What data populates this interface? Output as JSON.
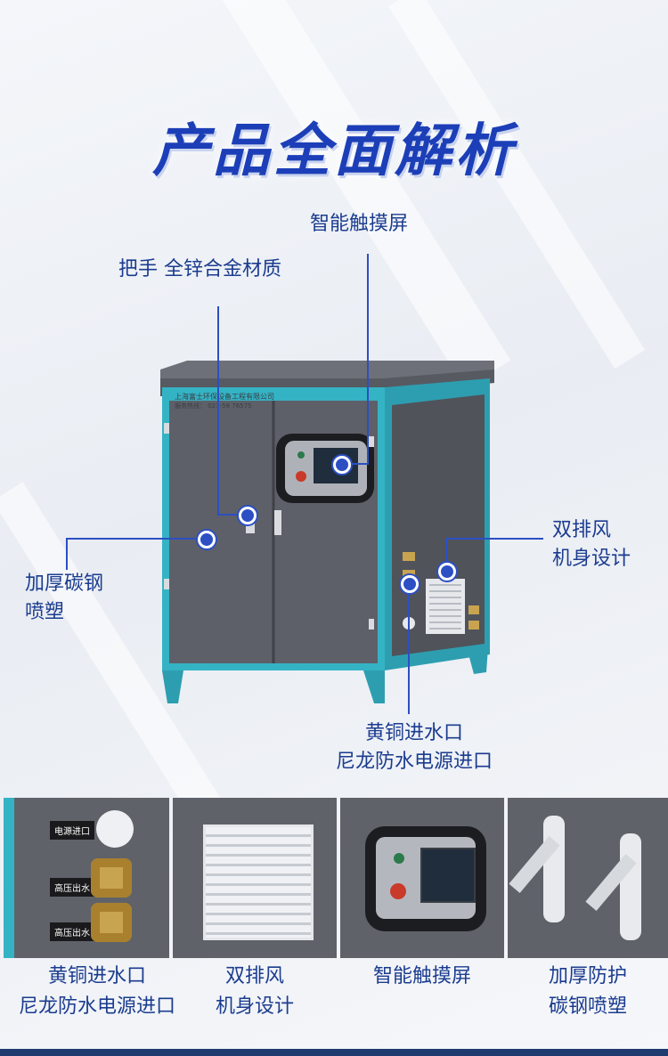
{
  "title": "产品全面解析",
  "callouts": {
    "touchscreen": "智能触摸屏",
    "handle": "把手 全锌合金材质",
    "thick_steel": [
      "加厚碳钢",
      "喷塑"
    ],
    "dual_fan": [
      "双排风",
      "机身设计"
    ],
    "brass_inlet": [
      "黄铜进水口",
      "尼龙防水电源进口"
    ]
  },
  "machine": {
    "company_label": "上海富士环保设备工程有限公司",
    "hotline": "服务热线： 021-58 76575"
  },
  "detail_tiles": [
    {
      "labels": [
        "电源进口",
        "高压出水",
        "高压出水"
      ],
      "caption": [
        "黄铜进水口",
        "尼龙防水电源进口"
      ]
    },
    {
      "caption": [
        "双排风",
        "机身设计"
      ]
    },
    {
      "caption": [
        "智能触摸屏"
      ]
    },
    {
      "caption": [
        "加厚防护",
        "碳钢喷塑"
      ]
    }
  ],
  "colors": {
    "title": "#1c3fb8",
    "callout_text": "#1b3c8f",
    "accent_line": "#2c4fc4",
    "frame_teal": "#34b3c4",
    "panel_gray": "#5d6068"
  }
}
